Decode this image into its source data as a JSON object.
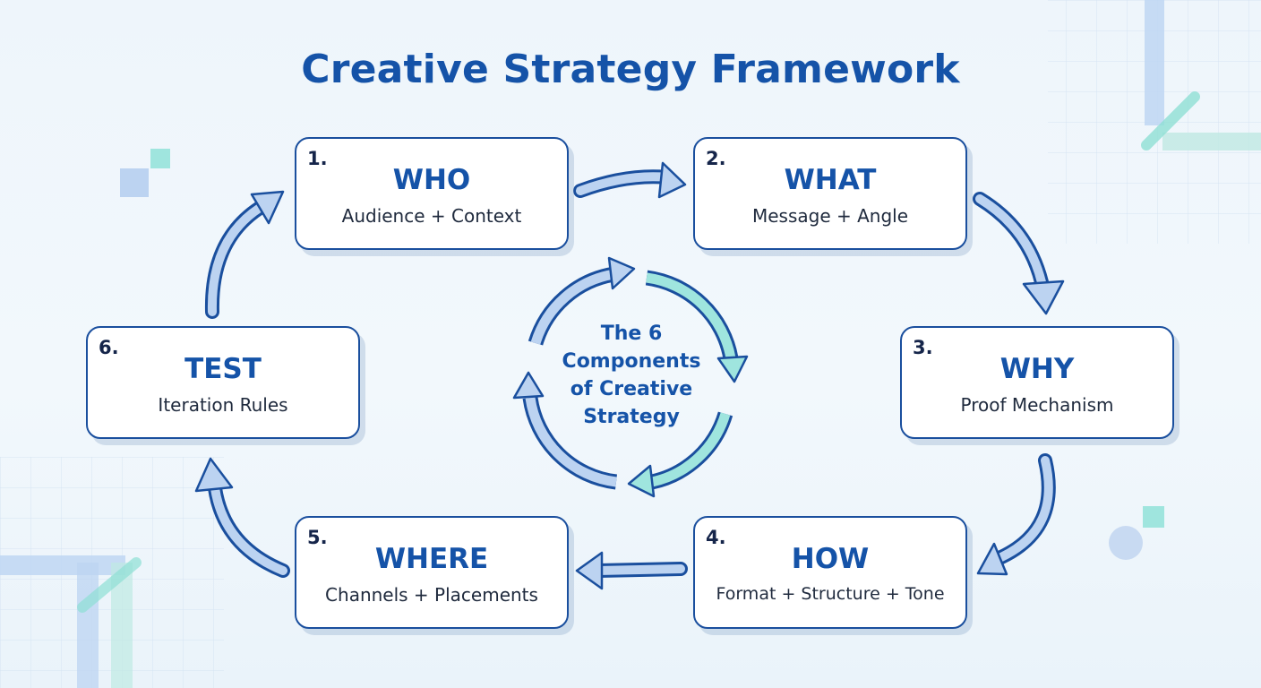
{
  "title": "Creative Strategy Framework",
  "center": {
    "lines": [
      "The 6",
      "Components",
      "of Creative",
      "Strategy"
    ]
  },
  "steps": [
    {
      "num": "1.",
      "title": "WHO",
      "subtitle": "Audience + Context"
    },
    {
      "num": "2.",
      "title": "WHAT",
      "subtitle": "Message + Angle"
    },
    {
      "num": "3.",
      "title": "WHY",
      "subtitle": "Proof Mechanism"
    },
    {
      "num": "4.",
      "title": "HOW",
      "subtitle": "Format + Structure + Tone"
    },
    {
      "num": "5.",
      "title": "WHERE",
      "subtitle": "Channels + Placements"
    },
    {
      "num": "6.",
      "title": "TEST",
      "subtitle": "Iteration Rules"
    }
  ],
  "colors": {
    "primary": "#1553a8",
    "box_border": "#1a4f9e",
    "text_dark": "#15254a",
    "arrow_fill": "#bcd3f1",
    "arrow_teal": "#9fe5de",
    "accent_teal": "#6fd9cc",
    "accent_blue": "#a9c8ee"
  },
  "icons": [
    "arrow-cycle-icon",
    "decorative-grid",
    "decorative-squares"
  ]
}
